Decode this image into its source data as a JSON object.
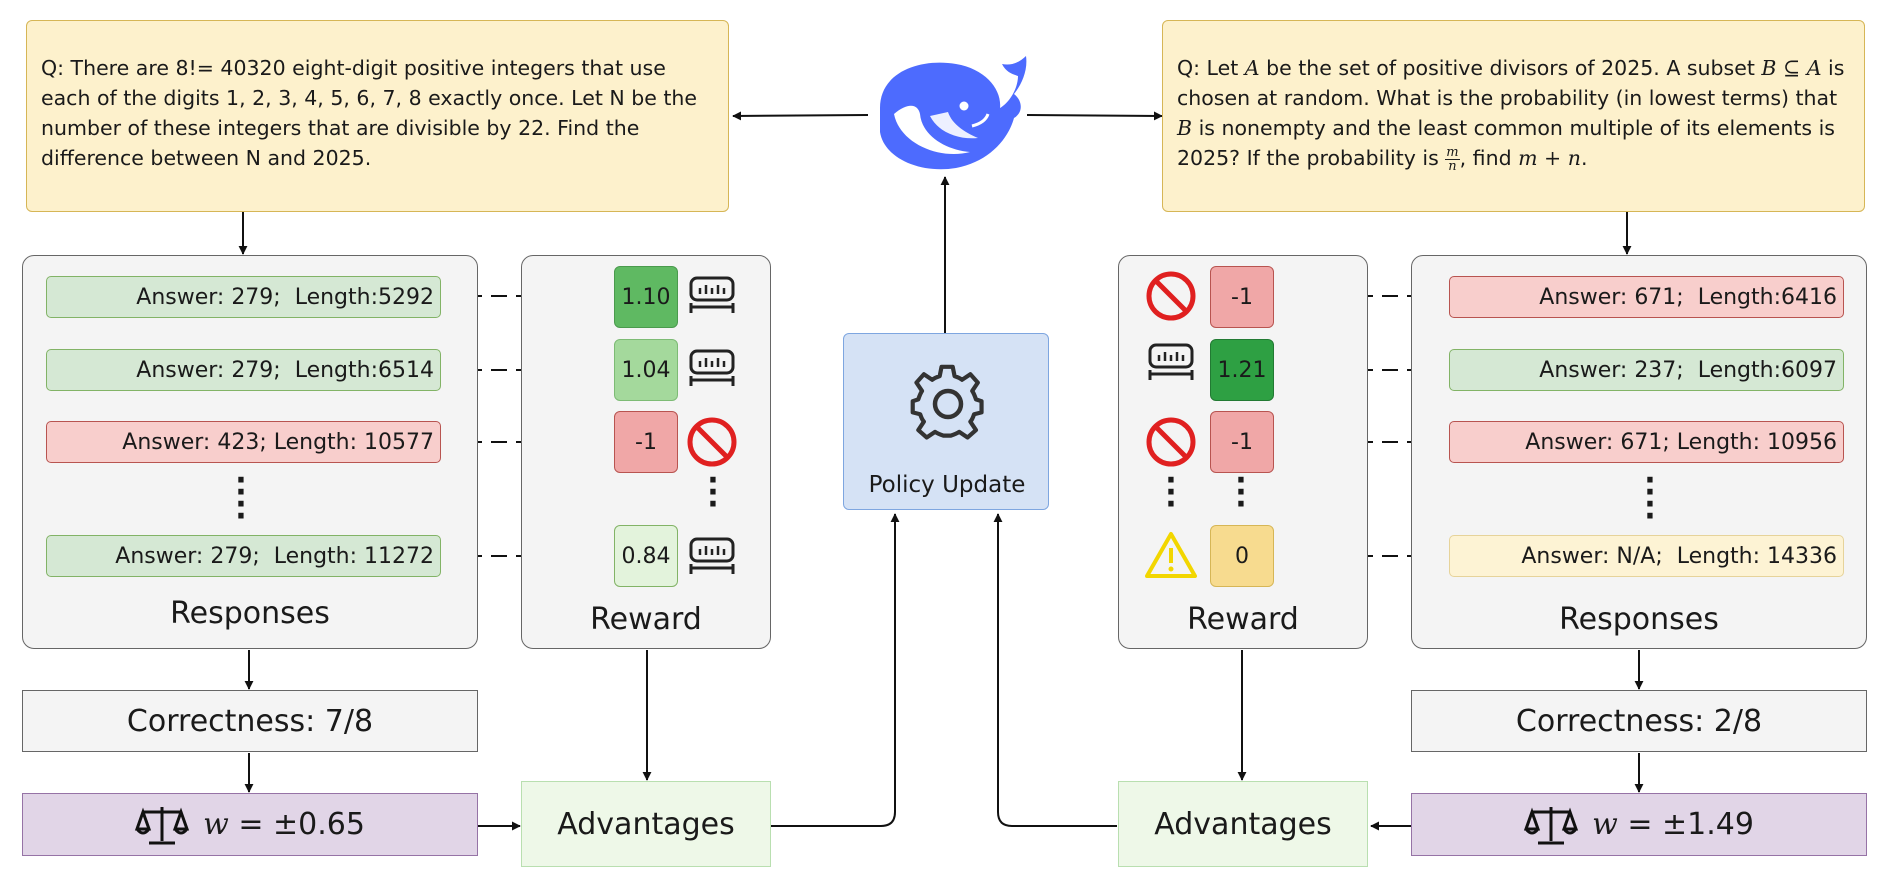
{
  "left": {
    "question": "Q: There are 8!= 40320 eight-digit positive integers that use each of the digits 1, 2, 3, 4, 5, 6, 7, 8 exactly once. Let N be the number of these integers that are divisible by 22. Find the difference between N and 2025.",
    "responses": [
      {
        "text": "Answer: 279;  Length:5292",
        "status": "correct"
      },
      {
        "text": "Answer: 279;  Length:6514",
        "status": "correct"
      },
      {
        "text": "Answer: 423; Length: 10577",
        "status": "wrong"
      },
      {
        "text": "Answer: 279;  Length: 11272",
        "status": "correct"
      }
    ],
    "rewards": [
      "1.10",
      "1.04",
      "-1",
      "0.84"
    ],
    "responses_label": "Responses",
    "reward_label": "Reward",
    "correctness": "Correctness: 7/8",
    "weight_symbol": "w",
    "weight_value": "= ±0.65",
    "advantages": "Advantages"
  },
  "right": {
    "question_parts": {
      "p1": "Q: Let ",
      "A1": "A",
      "p2": " be the set of positive divisors of 2025. A subset ",
      "B1": "B ⊆ A",
      "p3": " is chosen at random. What is the probability (in lowest terms) that ",
      "B2": "B",
      "p4": " is nonempty and the least common multiple of its elements is 2025? If the probability is ",
      "frac_num": "m",
      "frac_den": "n",
      "p5": ", find ",
      "expr": "m + n",
      "p6": "."
    },
    "responses": [
      {
        "text": "Answer: 671;  Length:6416",
        "status": "wrong"
      },
      {
        "text": "Answer: 237;  Length:6097",
        "status": "correct"
      },
      {
        "text": "Answer: 671; Length: 10956",
        "status": "wrong"
      },
      {
        "text": "Answer: N/A;  Length: 14336",
        "status": "na"
      }
    ],
    "rewards": [
      "-1",
      "1.21",
      "-1",
      "0"
    ],
    "responses_label": "Responses",
    "reward_label": "Reward",
    "correctness": "Correctness: 2/8",
    "weight_symbol": "w",
    "weight_value": "= ±1.49",
    "advantages": "Advantages"
  },
  "center": {
    "policy_label": "Policy Update",
    "logo_icon": "whale-logo-icon",
    "gear_icon": "gear-icon"
  },
  "colors": {
    "correct_fill": "#d5e8d4",
    "wrong_fill": "#f8cecc",
    "na_fill": "#fdf3d4",
    "reward_high": "#5fb962",
    "reward_mid": "#a4d99c",
    "reward_low": "#e3f3dc",
    "reward_best": "#2ea043",
    "reward_neg": "#f0a7a7",
    "reward_zero": "#f7db8f",
    "whale": "#4d6bfe"
  },
  "icons": [
    "meter-icon",
    "prohibited-icon",
    "warning-icon",
    "balance-scale-icon"
  ]
}
